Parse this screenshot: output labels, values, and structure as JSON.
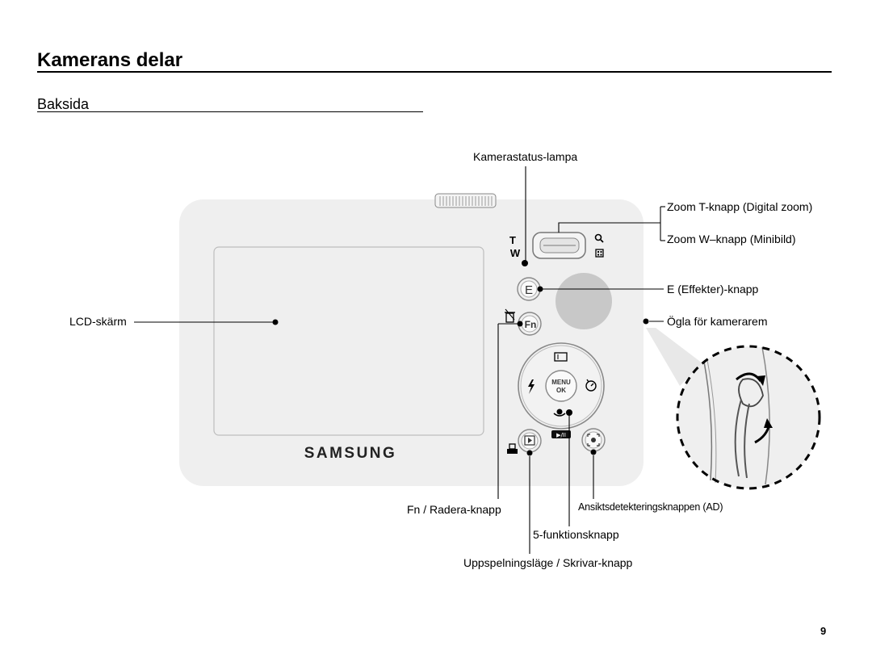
{
  "page": {
    "title": "Kamerans delar",
    "subtitle": "Baksida",
    "page_number": "9"
  },
  "camera": {
    "brand": "SAMSUNG",
    "zoom_t_glyph": "T",
    "zoom_w_glyph": "W",
    "e_button": "E",
    "fn_button": "Fn",
    "menu_label": "MENU",
    "ok_label": "OK",
    "play_pause_label": "▶/II"
  },
  "callouts": {
    "status_lamp": "Kamerastatus-lampa",
    "zoom_t": "Zoom T-knapp (Digital zoom)",
    "zoom_w": "Zoom W–knapp (Minibild)",
    "e_effects": "E (Effekter)-knapp",
    "strap": "Ögla för kamerarem",
    "lcd": "LCD-skärm",
    "fn_delete": "Fn / Radera-knapp",
    "face_detect": "Ansiktsdetekteringsknappen (AD)",
    "five_function": "5-funktionsknapp",
    "playback_print": "Uppspelningsläge / Skrivar-knapp"
  },
  "icons": [
    "zoom-in-magnifier-icon",
    "thumbnail-grid-icon",
    "trash-icon",
    "flash-icon",
    "timer-icon",
    "macro-icon",
    "display-icon",
    "play-icon",
    "printer-icon",
    "face-detect-icon",
    "strap-rotate-arrow-icon"
  ],
  "colors": {
    "body": "#efefef",
    "outline": "#d6d6d6",
    "lens": "#c8c8c8"
  }
}
